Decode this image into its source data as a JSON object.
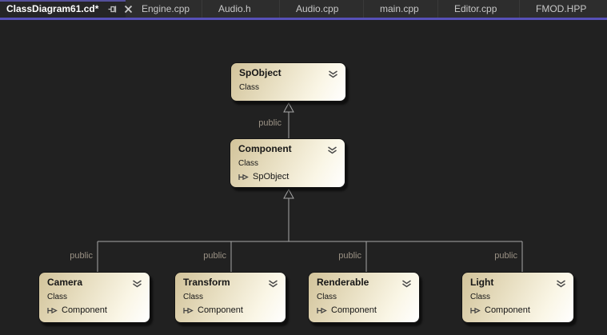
{
  "tab_bar": {
    "active_tab": {
      "label": "ClassDiagram61.cd*"
    },
    "tabs": [
      {
        "label": "Engine.cpp"
      },
      {
        "label": "Audio.h"
      },
      {
        "label": "Audio.cpp"
      },
      {
        "label": "main.cpp"
      },
      {
        "label": "Editor.cpp"
      },
      {
        "label": "FMOD.HPP"
      }
    ],
    "icons": {
      "pin": "pin-icon",
      "close": "close-icon"
    },
    "accent_color": "#5751b8"
  },
  "diagram": {
    "nodes": [
      {
        "title": "SpObject",
        "kind": "Class",
        "base": null
      },
      {
        "title": "Component",
        "kind": "Class",
        "base": "SpObject"
      },
      {
        "title": "Camera",
        "kind": "Class",
        "base": "Component"
      },
      {
        "title": "Transform",
        "kind": "Class",
        "base": "Component"
      },
      {
        "title": "Renderable",
        "kind": "Class",
        "base": "Component"
      },
      {
        "title": "Light",
        "kind": "Class",
        "base": "Component"
      }
    ],
    "edges": [
      {
        "from": "Component",
        "to": "SpObject",
        "access": "public"
      },
      {
        "from": "Camera",
        "to": "Component",
        "access": "public"
      },
      {
        "from": "Transform",
        "to": "Component",
        "access": "public"
      },
      {
        "from": "Renderable",
        "to": "Component",
        "access": "public"
      },
      {
        "from": "Light",
        "to": "Component",
        "access": "public"
      }
    ],
    "colors": {
      "canvas_bg": "#212121",
      "node_gradient_start": "#d2c39a",
      "node_gradient_end": "#ffffff",
      "connector": "#a8a8a8",
      "edge_label": "#9b9285"
    }
  }
}
